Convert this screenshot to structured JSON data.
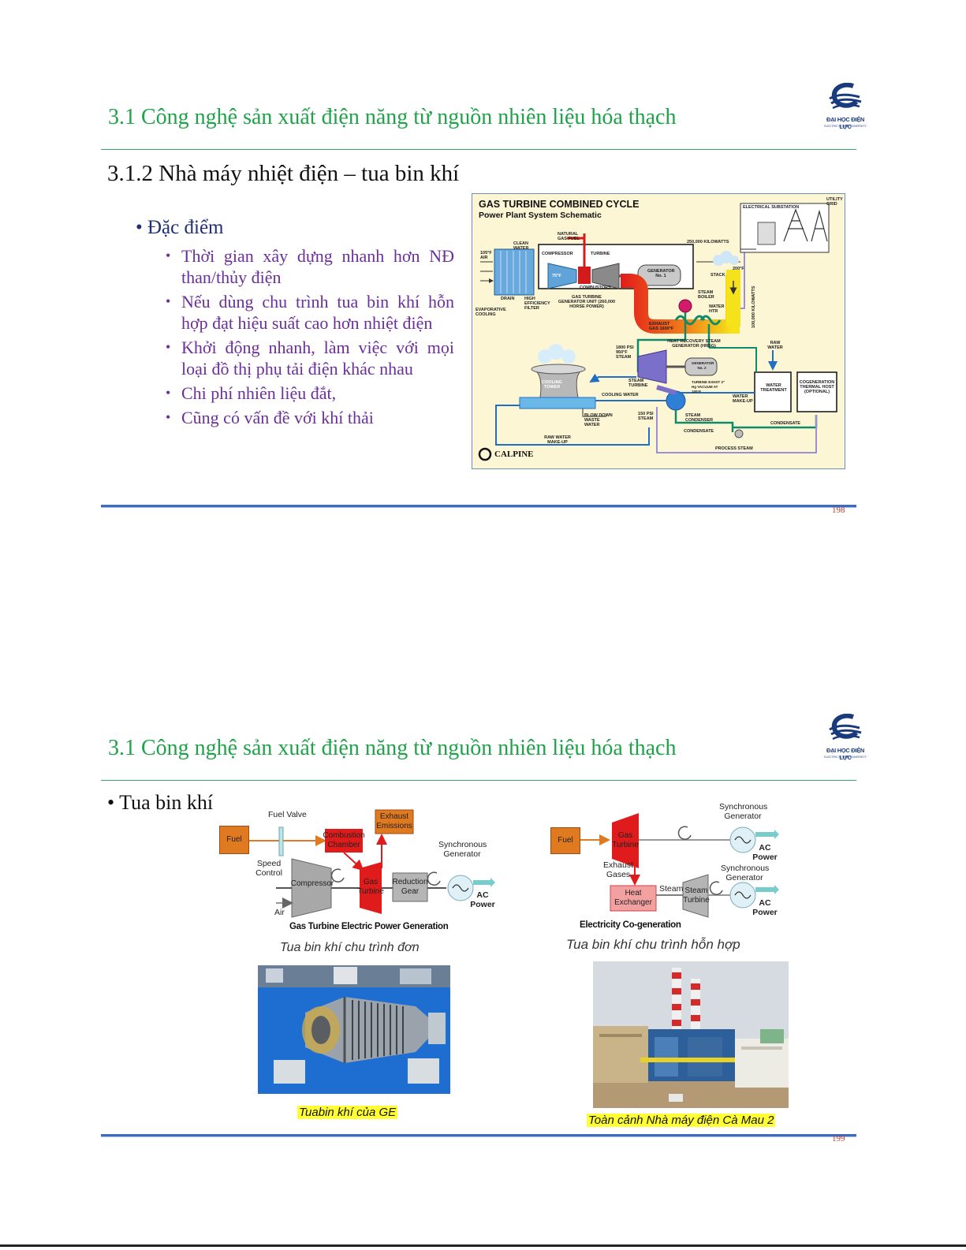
{
  "slides": [
    {
      "title": "3.1 Công nghệ sản xuất điện năng từ nguồn nhiên liệu hóa thạch",
      "logo": {
        "name": "ĐẠI HỌC ĐIỆN LỰC",
        "sub": "ELECTRIC POWER UNIVERSITY"
      },
      "heading": "3.1.2 Nhà máy nhiệt điện – tua bin khí",
      "section_bullet": "• Đặc điểm",
      "bullets": [
        "Thời gian xây dựng nhanh hơn NĐ than/thủy điện",
        "Nếu dùng chu trình tua bin khí hỗn hợp đạt hiệu suất cao hơn nhiệt điện",
        "Khởi động nhanh, làm việc với mọi loại đồ thị phụ tải điện khác nhau",
        "Chi phí nhiên liệu đắt,",
        "Cũng có vấn đề với khí thải"
      ],
      "schematic": {
        "title": "GAS TURBINE COMBINED CYCLE",
        "subtitle": "Power Plant System Schematic",
        "labels": {
          "natural_gas": "NATURAL GAS FUEL",
          "clean_water": "CLEAN WATER",
          "air": "105°F AIR",
          "compressor": "COMPRESSOR",
          "turbine": "TURBINE",
          "temp75": "75°F",
          "combustors": "COMBUSTORS",
          "generator1": "GENERATOR No. 1",
          "kw250": "250,000 KILOWATTS",
          "elec_sub": "ELECTRICAL SUBSTATION",
          "utility_grid": "UTILITY GRID",
          "stack": "STACK",
          "temp200": "200°F",
          "drain": "DRAIN",
          "evap_cooling": "EVAPORATIVE COOLING",
          "hi_eff_filter": "HIGH EFFICIENCY FILTER",
          "gt_gen_unit": "GAS TURBINE GENERATOR UNIT (260,000 HORSE POWER)",
          "steam_boiler": "STEAM BOILER",
          "water_htr": "WATER HTR",
          "exhaust_gas": "EXHAUST GAS 1600°F",
          "hrsg": "HEAT RECOVERY STEAM GENERATOR (HRSG)",
          "kw_vertical": "100,000 KILOWATTS",
          "raw_water": "RAW WATER",
          "steam1800": "1800 PSI 950°F STEAM",
          "steam_turbine": "STEAM TURBINE",
          "generator2": "GENERATOR No. 2",
          "turbine_exhst": "TURBINE EXHST 2\" Hg VACUUM AT 100°F",
          "cooling_tower": "COOLING TOWER",
          "cooling_water": "COOLING WATER",
          "water_treatment": "WATER TREATMENT",
          "water_makeup": "WATER MAKE-UP",
          "cogeneration": "COGENERATION THERMAL HOST (OPTIONAL)",
          "blowdown": "BLOW DOWN WASTE WATER",
          "steam150": "150 PSI STEAM",
          "steam_condenser": "STEAM CONDENSER",
          "condensate": "CONDENSATE",
          "condensate2": "CONDENSATE",
          "raw_makeup": "RAW WATER MAKE-UP",
          "process_steam": "PROCESS STEAM"
        },
        "brand": "CALPINE"
      },
      "page_number": "198"
    },
    {
      "title": "3.1 Công nghệ sản xuất điện năng từ nguồn nhiên liệu hóa thạch",
      "logo": {
        "name": "ĐẠI HỌC ĐIỆN LỰC",
        "sub": "ELECTRIC POWER UNIVERSITY"
      },
      "bullet": "• Tua bin khí",
      "simple_cycle": {
        "fuel": "Fuel",
        "fuel_valve": "Fuel Valve",
        "combustion": "Combustion Chamber",
        "exhaust": "Exhaust Emissions",
        "speed_control": "Speed Control",
        "compressor": "Compressor",
        "gas_turbine": "Gas Turbine",
        "reduction": "Reduction Gear",
        "sync_gen": "Synchronous Generator",
        "ac_power": "AC Power",
        "air": "Air",
        "caption_bold": "Gas Turbine Electric Power Generation",
        "caption": "Tua bin khí chu trình đơn"
      },
      "combined_cycle": {
        "fuel": "Fuel",
        "gas_turbine": "Gas Turbine",
        "sync_gen_top": "Synchronous Generator",
        "ac_power_top": "AC Power",
        "exhaust_gases": "Exhaust Gases",
        "sync_gen_bottom": "Synchronous Generator",
        "steam": "Steam",
        "heat_exchanger": "Heat Exchanger",
        "steam_turbine": "Steam Turbine",
        "ac_power_bottom": "AC Power",
        "caption_bold": "Electricity Co-generation",
        "caption": "Tua bin khí chu trình hỗn hợp"
      },
      "photo_left_caption": "Tuabin khí của GE",
      "photo_right_caption": "Toàn cảnh Nhà máy điện Cà Mau 2",
      "page_number": "199"
    }
  ]
}
